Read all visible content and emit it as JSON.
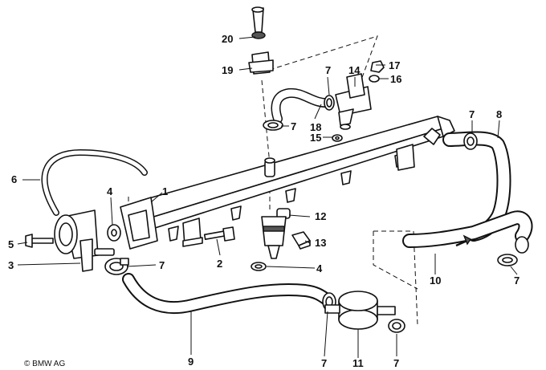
{
  "callouts": {
    "c1": "1",
    "c2": "2",
    "c3": "3",
    "c4a": "4",
    "c4b": "4",
    "c5": "5",
    "c6": "6",
    "c7_upper": "7",
    "c7_valve": "7",
    "c7_right_top": "7",
    "c7_left": "7",
    "c7_right_bottom": "7",
    "c7_bottom_mid": "7",
    "c7_bottom_right": "7",
    "c8": "8",
    "c9": "9",
    "c10": "10",
    "c11": "11",
    "c12": "12",
    "c13": "13",
    "c14": "14",
    "c15": "15",
    "c16": "16",
    "c17": "17",
    "c18": "18",
    "c19": "19",
    "c20": "20"
  },
  "copyright": "© BMW AG"
}
